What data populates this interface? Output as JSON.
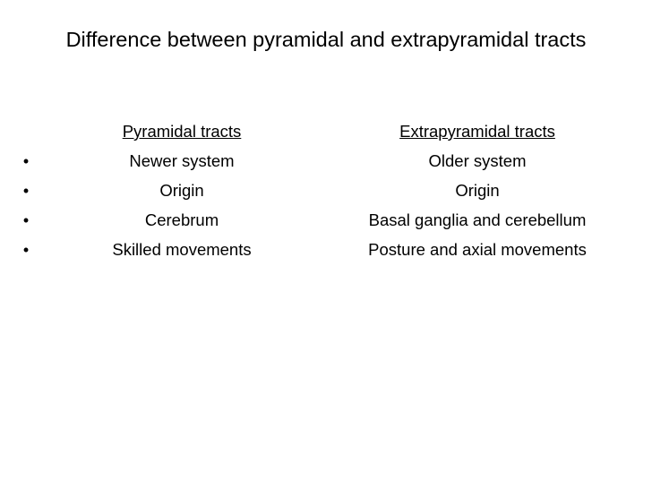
{
  "slide": {
    "title": "Difference between pyramidal and extrapyramidal tracts",
    "bullet_char": "•",
    "headers": {
      "left": "Pyramidal tracts",
      "right": "Extrapyramidal tracts"
    },
    "rows": [
      {
        "bullet": "•",
        "left": "Newer system",
        "right": "Older system"
      },
      {
        "bullet": "•",
        "left": "Origin",
        "right": "Origin"
      },
      {
        "bullet": "•",
        "left": "Cerebrum",
        "right": "Basal ganglia and cerebellum"
      },
      {
        "bullet": "•",
        "left": "Skilled movements",
        "right": "Posture and axial movements"
      }
    ]
  }
}
